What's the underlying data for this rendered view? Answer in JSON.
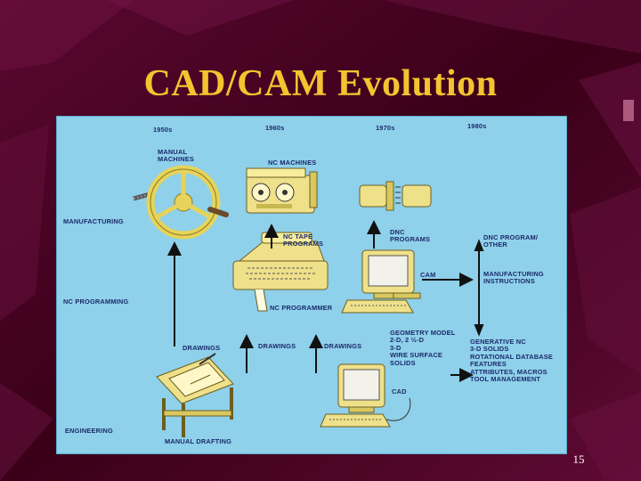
{
  "slide": {
    "title": "CAD/CAM Evolution",
    "page_number": "15"
  },
  "diagram": {
    "decades": [
      "1950s",
      "1960s",
      "1970s",
      "1980s"
    ],
    "rows": [
      "MANUFACTURING",
      "NC PROGRAMMING",
      "ENGINEERING"
    ],
    "labels": {
      "manual_machines": "MANUAL\nMACHINES",
      "nc_machines": "NC MACHINES",
      "nc_tape_programs": "NC TAPE\nPROGRAMS",
      "dnc_programs": "DNC\nPROGRAMS",
      "dnc_program_other": "DNC PROGRAM/\nOTHER",
      "cam": "CAM",
      "manufacturing_instructions": "MANUFACTURING\nINSTRUCTIONS",
      "nc_programmer": "NC PROGRAMMER",
      "drawings_1": "DRAWINGS",
      "drawings_2": "DRAWINGS",
      "drawings_3": "DRAWINGS",
      "geometry_model": "GEOMETRY MODEL\n2-D, 2 ½-D\n3-D\nWIRE SURFACE\nSOLIDS",
      "generative_nc": "GENERATIVE NC\n3-D SOLIDS\nROTATIONAL DATABASE\nFEATURES\nATTRIBUTES, MACROS\nTOOL MANAGEMENT",
      "cad": "CAD",
      "manual_drafting": "MANUAL DRAFTING"
    }
  }
}
